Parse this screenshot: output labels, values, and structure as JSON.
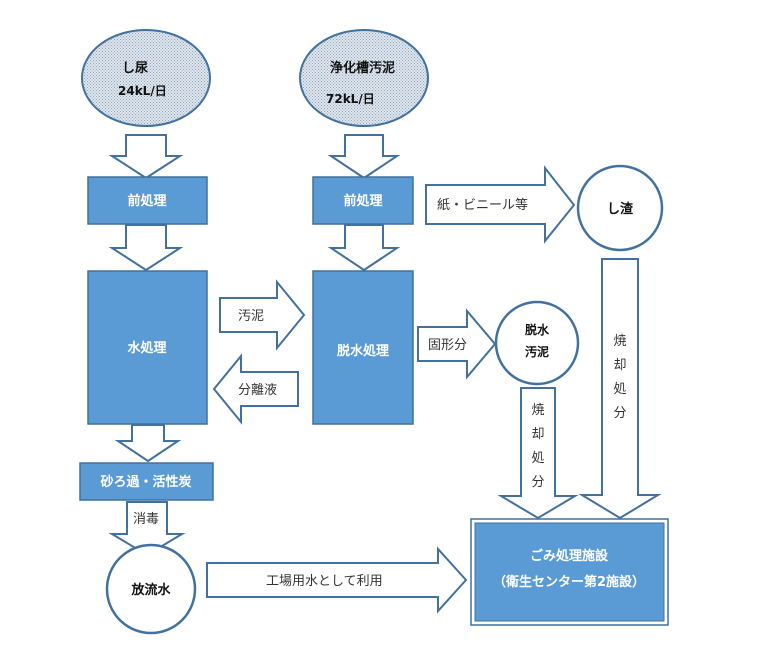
{
  "colors": {
    "box_fill": "#5b9bd5",
    "box_stroke": "#41719c",
    "arrow_stroke": "#41719c",
    "text_dark": "#111111"
  },
  "sources": {
    "urine": {
      "name": "し尿",
      "volume": "24kL/日"
    },
    "sludge": {
      "name": "浄化槽汚泥",
      "volume": "72kL/日"
    }
  },
  "boxes": {
    "pretreat_left": "前処理",
    "pretreat_right": "前処理",
    "water_treatment": "水処理",
    "dewatering": "脱水処理",
    "filtration": "砂ろ過・活性炭",
    "waste_facility_line1": "ごみ処理施設",
    "waste_facility_line2": "（衛生センター第2施設）"
  },
  "circles": {
    "screenings": "し渣",
    "dewatered_sludge_line1": "脱水",
    "dewatered_sludge_line2": "汚泥",
    "discharge_water": "放流水"
  },
  "arrows": {
    "paper_vinyl": "紙・ビニール等",
    "sludge": "汚泥",
    "separated_liquid": "分離液",
    "solids": "固形分",
    "disinfection": "消毒",
    "industrial_use": "工場用水として利用",
    "incineration_left": [
      "焼",
      "却",
      "処",
      "分"
    ],
    "incineration_right": [
      "焼",
      "却",
      "処",
      "分"
    ]
  }
}
